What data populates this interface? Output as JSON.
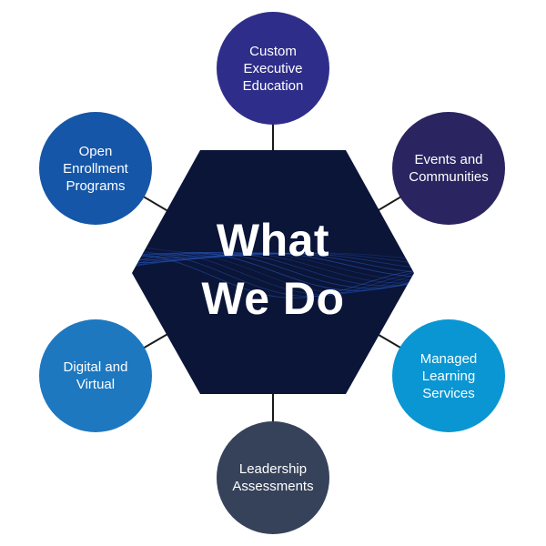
{
  "center": {
    "title": "What\nWe Do"
  },
  "services": [
    {
      "label": "Custom\nExecutive\nEducation",
      "color": "#2e2e8a"
    },
    {
      "label": "Events and\nCommunities",
      "color": "#2a2460"
    },
    {
      "label": "Managed\nLearning\nServices",
      "color": "#0a96d2"
    },
    {
      "label": "Leadership\nAssessments",
      "color": "#36425a"
    },
    {
      "label": "Digital and\nVirtual",
      "color": "#1e78c0"
    },
    {
      "label": "Open\nEnrollment\nPrograms",
      "color": "#1556a8"
    }
  ],
  "colors": {
    "hexagon": "#0a1538",
    "wave": "#2a5cc8",
    "connector": "#1a1a1a"
  }
}
